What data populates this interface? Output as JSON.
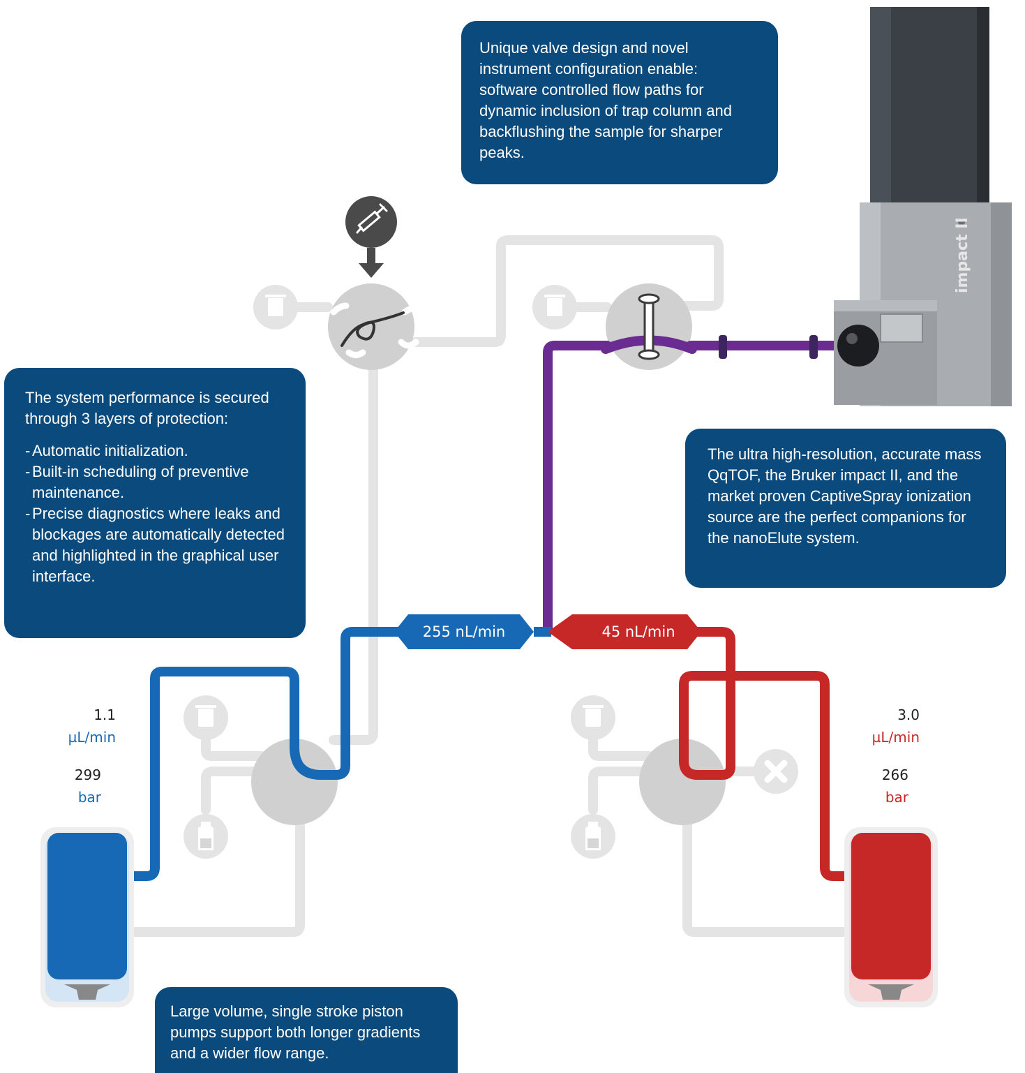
{
  "callouts": {
    "valve": "Unique valve design and novel instrument configuration enable: software controlled flow paths for dynamic inclusion of trap column and backflushing the sample for sharper peaks.",
    "protection_intro": "The system performance is secured through 3 layers of protection:",
    "protection_items": [
      "Automatic initialization.",
      "Built-in scheduling of preventive maintenance.",
      "Precise diagnostics where leaks and blockages are automatically detected and highlighted in the graphical user interface."
    ],
    "qtof": "The ultra high-resolution, accurate mass QqTOF, the Bruker impact II, and the market proven CaptiveSpray ionization source  are the perfect companions for the nanoElute system.",
    "pumps": "Large volume, single stroke piston pumps support both longer gradients and a wider flow range."
  },
  "pump_a": {
    "flow_value": "1.1",
    "flow_unit": "µL/min",
    "pressure_value": "299",
    "pressure_unit": "bar"
  },
  "pump_b": {
    "flow_value": "3.0",
    "flow_unit": "µL/min",
    "pressure_value": "266",
    "pressure_unit": "bar"
  },
  "flow_badges": {
    "left": "255 nL/min",
    "right": "45 nL/min"
  },
  "instrument": {
    "brand_label": "impact II"
  },
  "icons": [
    "syringe-icon",
    "waste-bin-icon",
    "sample-loop-icon",
    "trap-column-icon",
    "solvent-bottle-icon",
    "blocked-port-icon",
    "ion-source-icon"
  ],
  "colors": {
    "callout_bg": "#0a4a7c",
    "pump_a": "#1769b5",
    "pump_b": "#c62828",
    "analytical_path": "#6a2c91",
    "idle_path": "#e4e4e4",
    "valve": "#d0d0d0"
  }
}
